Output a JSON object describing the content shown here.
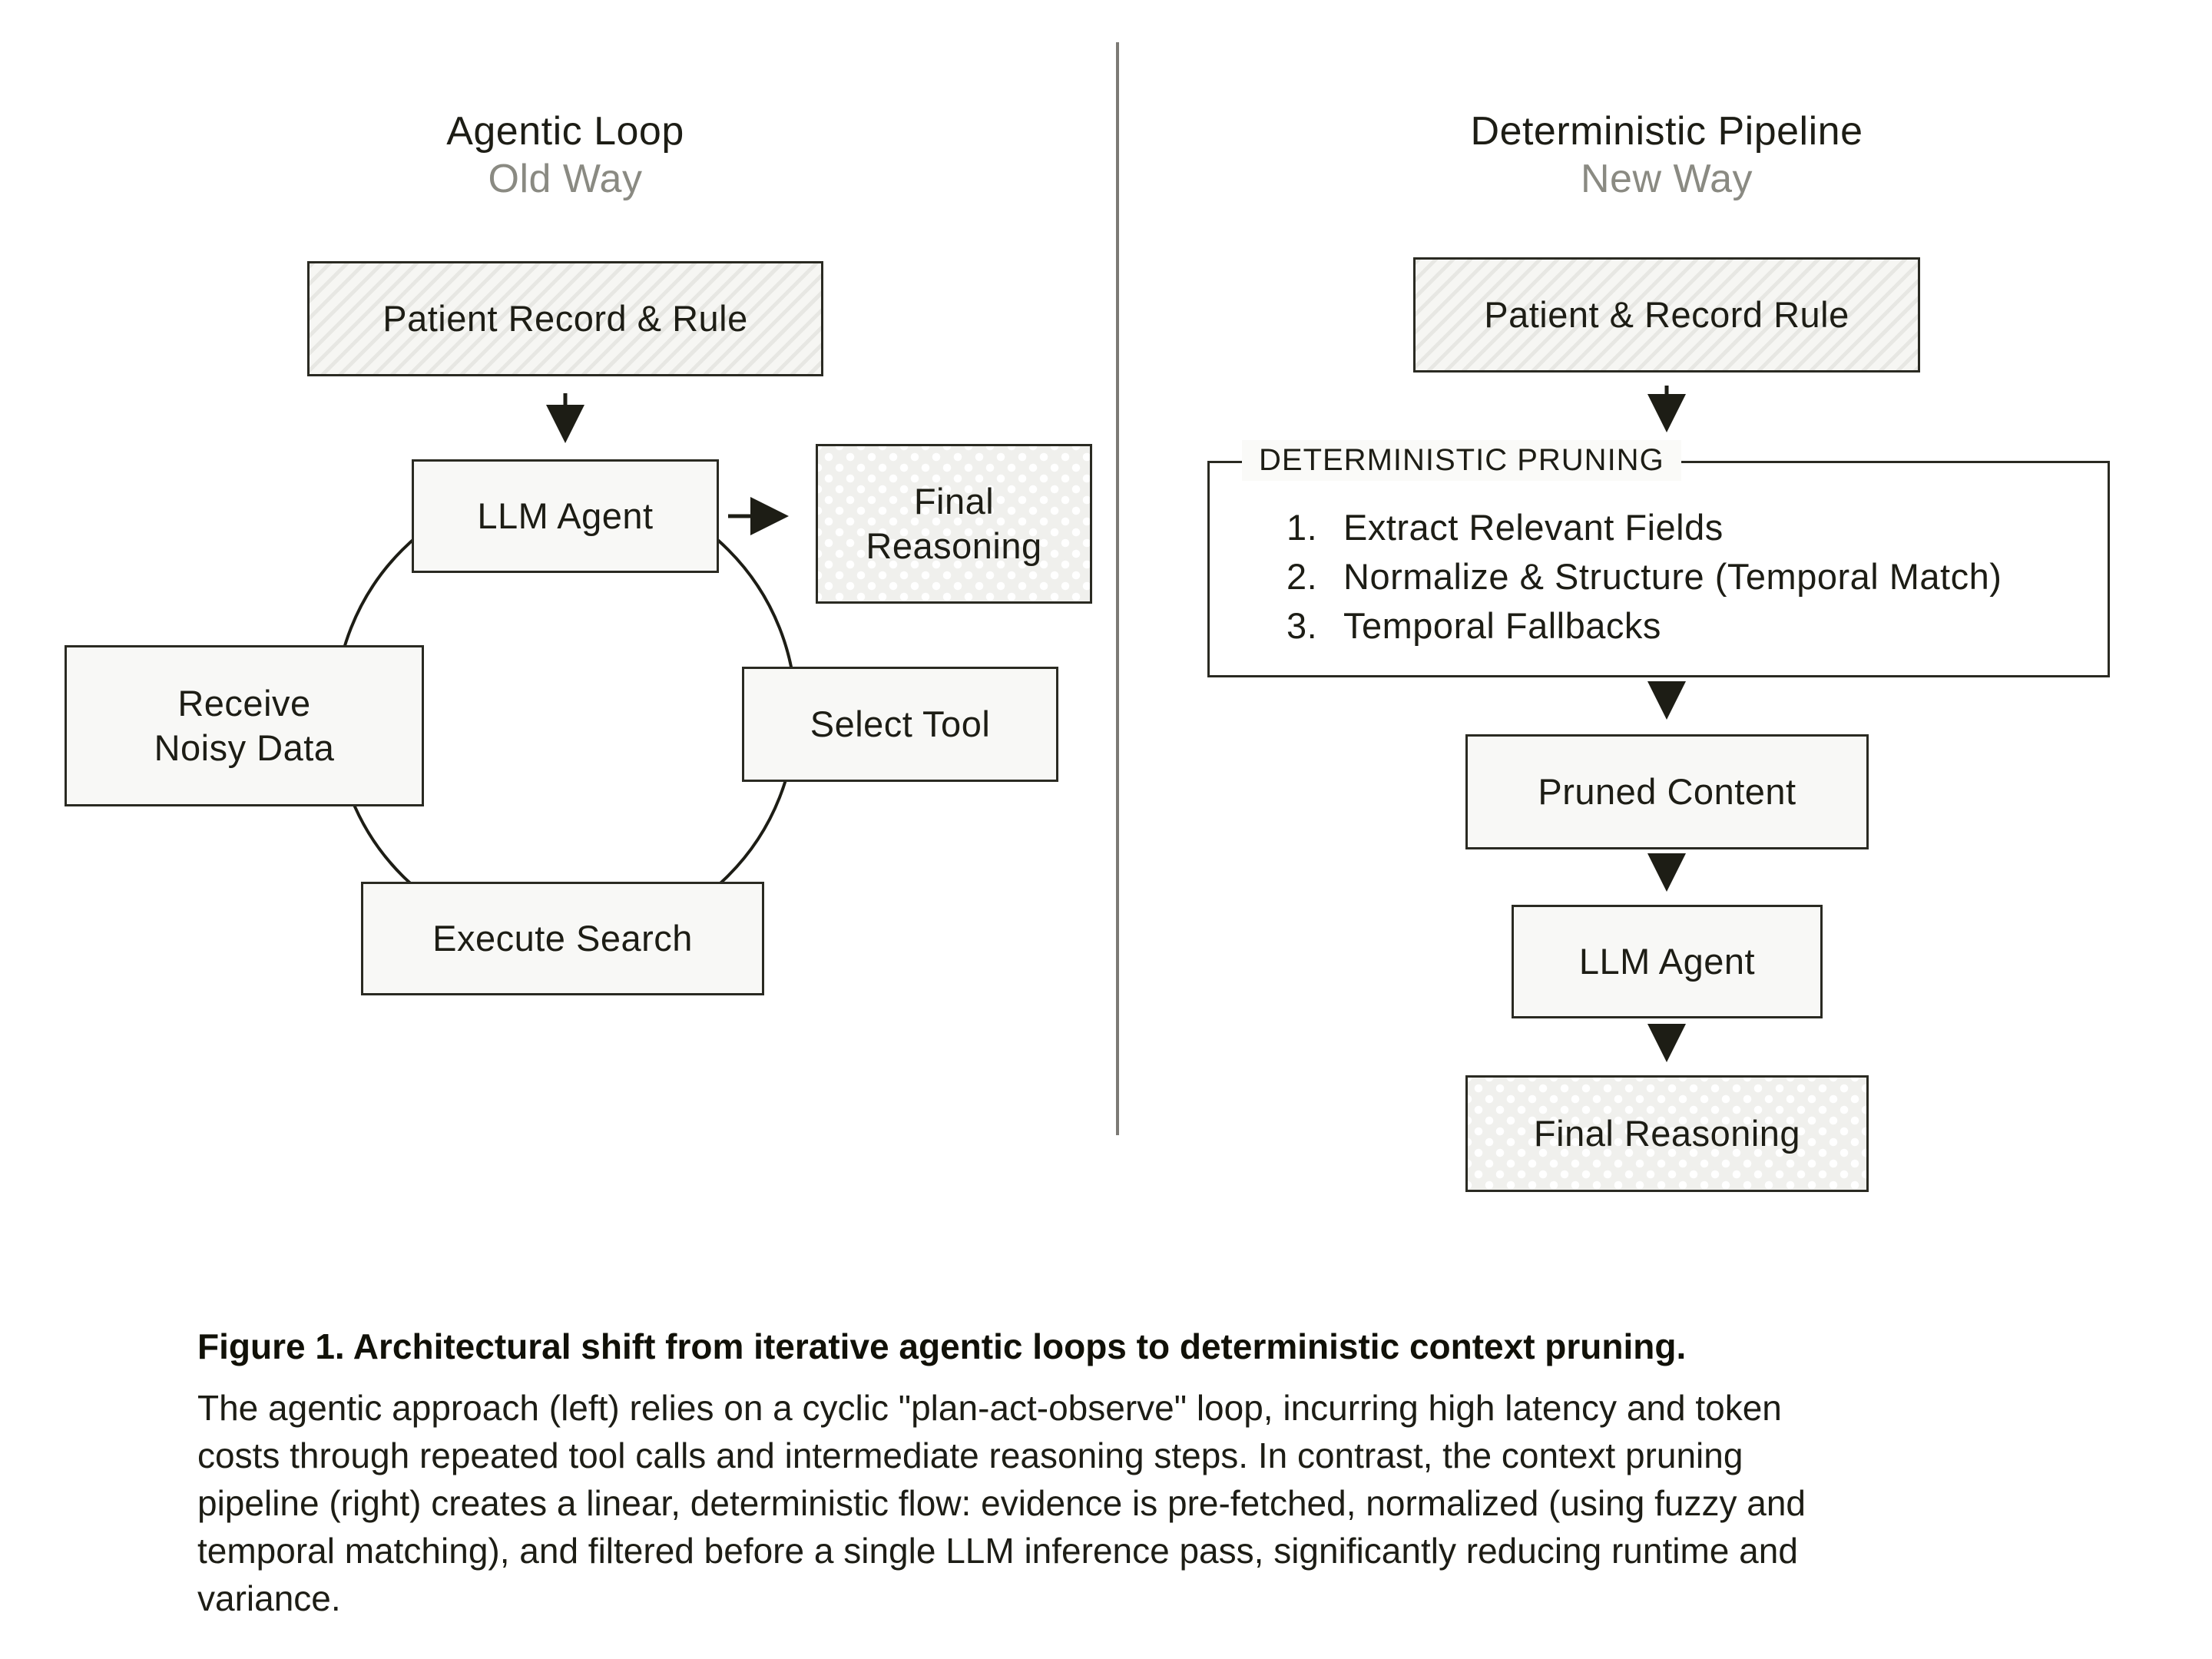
{
  "left_panel": {
    "title": "Agentic Loop",
    "subtitle": "Old Way",
    "nodes": {
      "input": "Patient Record & Rule",
      "agent": "LLM Agent",
      "final_lines": [
        "Final",
        "Reasoning"
      ],
      "receive_lines": [
        "Receive",
        "Noisy Data"
      ],
      "select": "Select Tool",
      "execute": "Execute Search"
    }
  },
  "right_panel": {
    "title": "Deterministic Pipeline",
    "subtitle": "New Way",
    "nodes": {
      "input": "Patient & Record Rule",
      "pruned": "Pruned Content",
      "agent": "LLM Agent",
      "final": "Final Reasoning"
    },
    "pruning_box": {
      "label": "DETERMINISTIC PRUNING",
      "steps": [
        {
          "num": "1.",
          "text": "Extract Relevant Fields"
        },
        {
          "num": "2.",
          "text": "Normalize & Structure (Temporal Match)"
        },
        {
          "num": "3.",
          "text": "Temporal Fallbacks"
        }
      ]
    }
  },
  "caption": {
    "title": "Figure 1. Architectural shift from iterative agentic loops to deterministic context pruning.",
    "body_lines": [
      "The agentic approach (left) relies on a cyclic \"plan-act-observe\" loop, incurring high latency and token",
      "costs through repeated tool calls and intermediate reasoning steps. In contrast, the context pruning",
      "pipeline (right) creates a linear, deterministic flow: evidence is pre-fetched, normalized (using fuzzy and",
      "temporal matching), and filtered before a single LLM inference pass, significantly reducing runtime and",
      "variance."
    ]
  },
  "colors": {
    "text": "#1d1d15",
    "muted_text": "#8a8a82",
    "border": "#2a2a22",
    "divider": "#7c7a75",
    "box_fill": "#f8f8f6"
  }
}
